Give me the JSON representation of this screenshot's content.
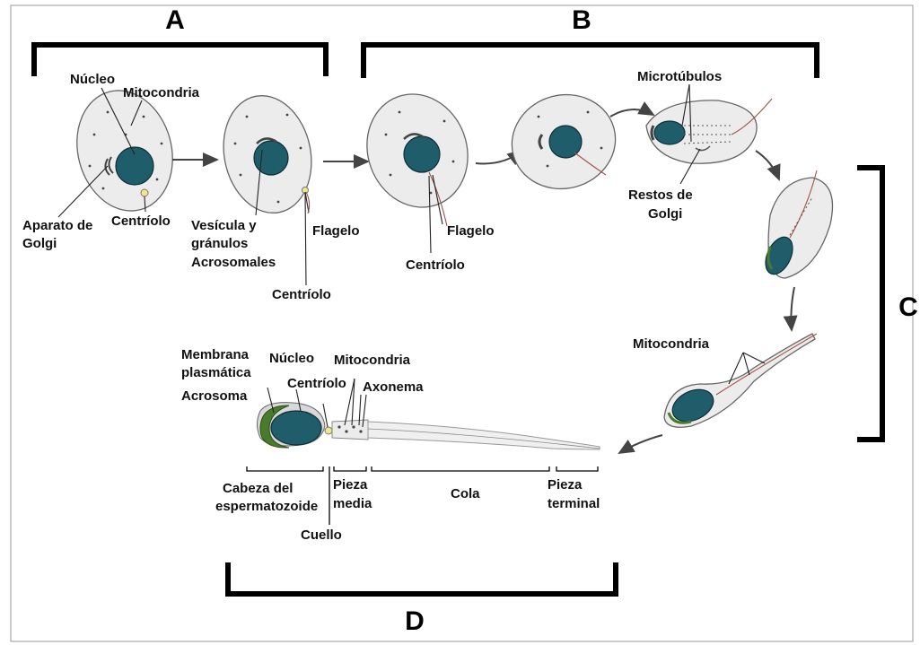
{
  "stages": {
    "a": "A",
    "b": "B",
    "c": "C",
    "d": "D"
  },
  "labels": {
    "nucleo_1": "Núcleo",
    "mitocondria_1": "Mitocondria",
    "aparato_golgi_line1": "Aparato de",
    "aparato_golgi_line2": "Golgi",
    "centriolo_1": "Centríolo",
    "vesicula_line1": "Vesícula y",
    "vesicula_line2": "gránulos",
    "vesicula_line3": "Acrosomales",
    "flagelo_2": "Flagelo",
    "centriolo_2": "Centríolo",
    "flagelo_3": "Flagelo",
    "centriolo_3": "Centríolo",
    "microtubulos": "Microtúbulos",
    "restos_golgi_line1": "Restos de",
    "restos_golgi_line2": "Golgi",
    "mitocondria_c": "Mitocondria",
    "membrana_line1": "Membrana",
    "membrana_line2": "plasmática",
    "nucleo_d": "Núcleo",
    "mitocondria_d": "Mitocondria",
    "centriolo_d": "Centríolo",
    "axonema": "Axonema",
    "acrosoma": "Acrosoma",
    "cabeza_line1": "Cabeza del",
    "cabeza_line2": "espermatozoide",
    "pieza_media_line1": "Pieza",
    "pieza_media_line2": "media",
    "cola": "Cola",
    "pieza_terminal_line1": "Pieza",
    "pieza_terminal_line2": "terminal",
    "cuello": "Cuello"
  },
  "colors": {
    "nucleus": "#1f5d6b",
    "cytoplasm": "#ececec",
    "acrosome": "#4a7a2c",
    "flagellum": "#a0524a",
    "bracket": "#000000"
  }
}
